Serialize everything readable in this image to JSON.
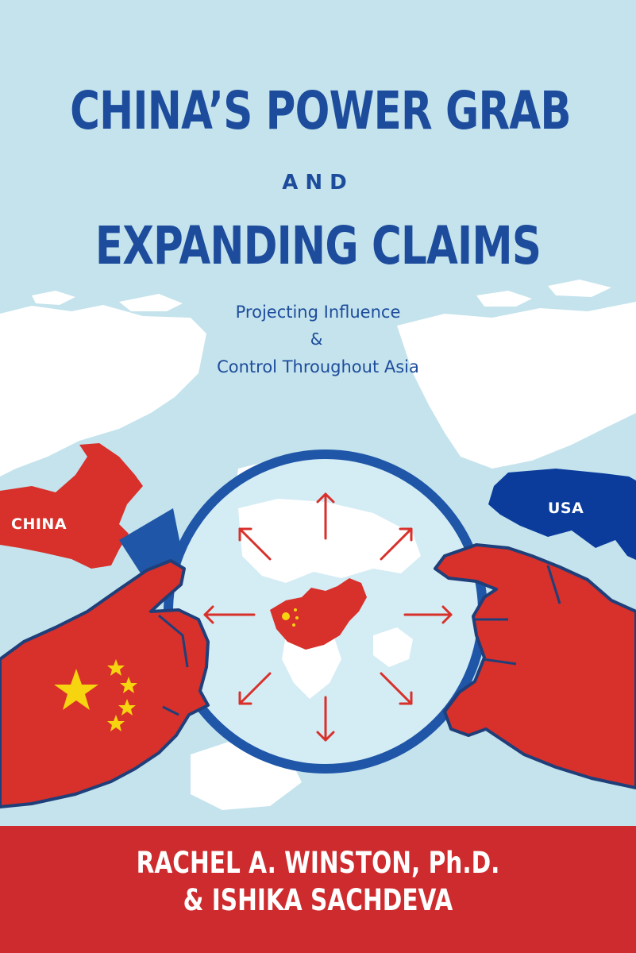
{
  "book": {
    "title_line_1": "CHINA’S POWER GRAB",
    "title_and": "AND",
    "title_line_2": "EXPANDING CLAIMS",
    "subtitle_line_1": "Projecting Influence",
    "subtitle_line_2": "&",
    "subtitle_line_3": "Control Throughout Asia",
    "author_line_1": "RACHEL A. WINSTON, Ph.D.",
    "author_line_2": "& ISHIKA SACHDEVA"
  },
  "map": {
    "china_label": "CHINA",
    "usa_label": "USA"
  },
  "colors": {
    "background": "#c4e3ec",
    "land": "#ffffff",
    "title_blue": "#1d4c9c",
    "china_red": "#d8302a",
    "usa_blue": "#0b3c9c",
    "band_red": "#ce2b2e",
    "star_yellow": "#f6d40f"
  },
  "icons": {
    "magnifier": "magnifying-glass-icon",
    "arrows": "expansion-arrows-icon",
    "flag_stars": "china-flag-stars-icon"
  }
}
